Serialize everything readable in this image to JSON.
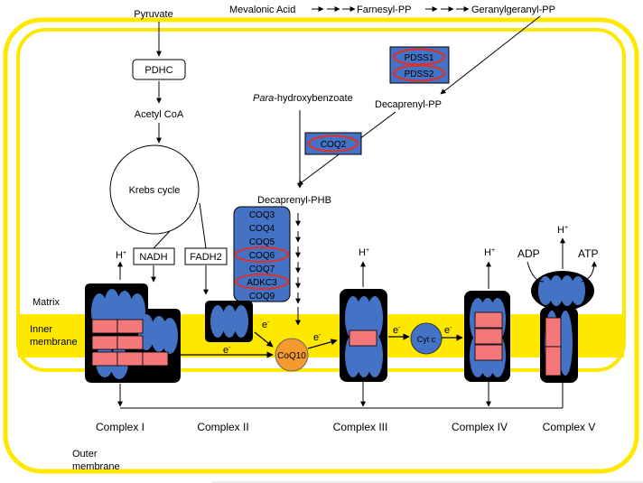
{
  "pathway": {
    "pyruvate": "Pyruvate",
    "pdhc": "PDHC",
    "acetyl_coa": "Acetyl CoA",
    "krebs": "Krebs cycle",
    "nadh": "NADH",
    "fadh2": "FADH2",
    "mevalonic": "Mevalonic Acid",
    "farnesyl": "Farnesyl-PP",
    "geranylgeranyl": "Geranylgeranyl-PP",
    "pdss1": "PDSS1",
    "pdss2": "PDSS2",
    "decaprenyl_pp": "Decaprenyl-PP",
    "para_prefix": "Para",
    "para_suffix": "-hydroxybenzoate",
    "coq2": "COQ2",
    "decaprenyl_phb": "Decaprenyl-PHB",
    "coq_enzymes": [
      "COQ3",
      "COQ4",
      "COQ5",
      "COQ6",
      "COQ7",
      "ADKC3",
      "COQ9"
    ],
    "coq10": "CoQ10",
    "cytc": "Cyt c"
  },
  "labels": {
    "matrix": "Matrix",
    "inner1": "Inner",
    "inner2": "membrane",
    "outer1": "Outer",
    "outer2": "membrane",
    "h": "H",
    "hsup": "+",
    "e": "e",
    "esup": "-",
    "adp": "ADP",
    "atp": "ATP"
  },
  "complexes": [
    "Complex I",
    "Complex II",
    "Complex III",
    "Complex IV",
    "Complex V"
  ],
  "colors": {
    "membrane": "#FFE800",
    "protein_blue": "#4472C4",
    "subunit_red": "#F4777A",
    "highlight_ring": "#E0302A",
    "coq10_orange": "#F59A2E"
  }
}
